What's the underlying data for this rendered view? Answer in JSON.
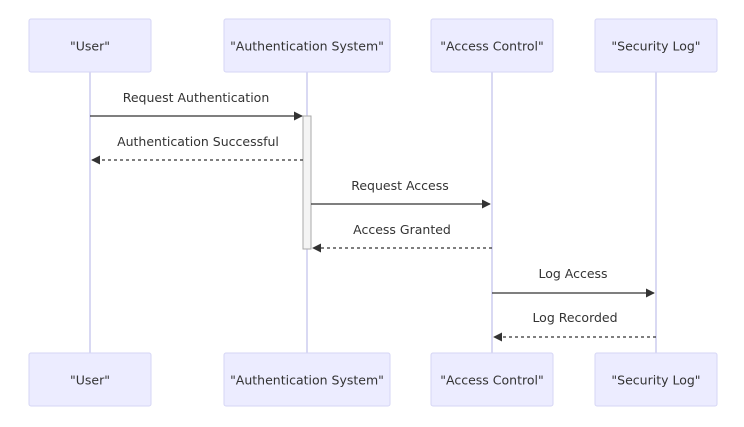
{
  "diagram": {
    "type": "sequence",
    "participants": [
      {
        "id": "user",
        "label": "\"User\""
      },
      {
        "id": "auth",
        "label": "\"Authentication System\""
      },
      {
        "id": "access",
        "label": "\"Access Control\""
      },
      {
        "id": "log",
        "label": "\"Security Log\""
      }
    ],
    "messages": [
      {
        "from": "user",
        "to": "auth",
        "label": "Request Authentication",
        "style": "solid"
      },
      {
        "from": "auth",
        "to": "user",
        "label": "Authentication Successful",
        "style": "dashed"
      },
      {
        "from": "auth",
        "to": "access",
        "label": "Request Access",
        "style": "solid"
      },
      {
        "from": "access",
        "to": "auth",
        "label": "Access Granted",
        "style": "dashed"
      },
      {
        "from": "access",
        "to": "log",
        "label": "Log Access",
        "style": "solid"
      },
      {
        "from": "log",
        "to": "access",
        "label": "Log Recorded",
        "style": "dashed"
      }
    ],
    "colors": {
      "actor_fill": "#ECECFF",
      "actor_border": "#D6D6F5",
      "lifeline": "#C9C9EE",
      "line": "#333333",
      "text": "#333333"
    }
  }
}
